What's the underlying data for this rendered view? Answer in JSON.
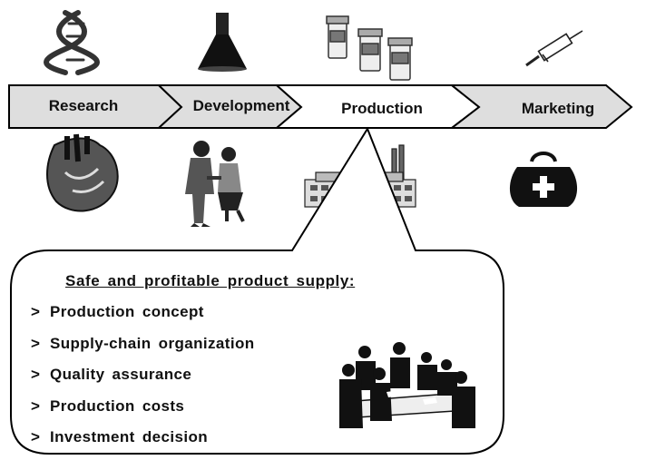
{
  "stages": [
    {
      "label": "Research",
      "icons": [
        "dna-helix-icon",
        "heart-anatomy-icon"
      ]
    },
    {
      "label": "Development",
      "icons": [
        "flask-icon",
        "doctor-patient-icon"
      ]
    },
    {
      "label": "Production",
      "icons": [
        "pill-bottles-icon",
        "factory-icon"
      ]
    },
    {
      "label": "Marketing",
      "icons": [
        "syringe-icon",
        "medical-bag-icon"
      ]
    }
  ],
  "callout": {
    "title": "Safe and profitable product supply:",
    "bullet_marker": ">",
    "items": [
      "Production concept",
      "Supply-chain organization",
      "Quality assurance",
      "Production costs",
      "Investment decision"
    ],
    "icon": "business-meeting-icon"
  },
  "colors": {
    "chevron_fill": "#dedede",
    "highlight_fill": "#ffffff",
    "outline": "#000000"
  }
}
